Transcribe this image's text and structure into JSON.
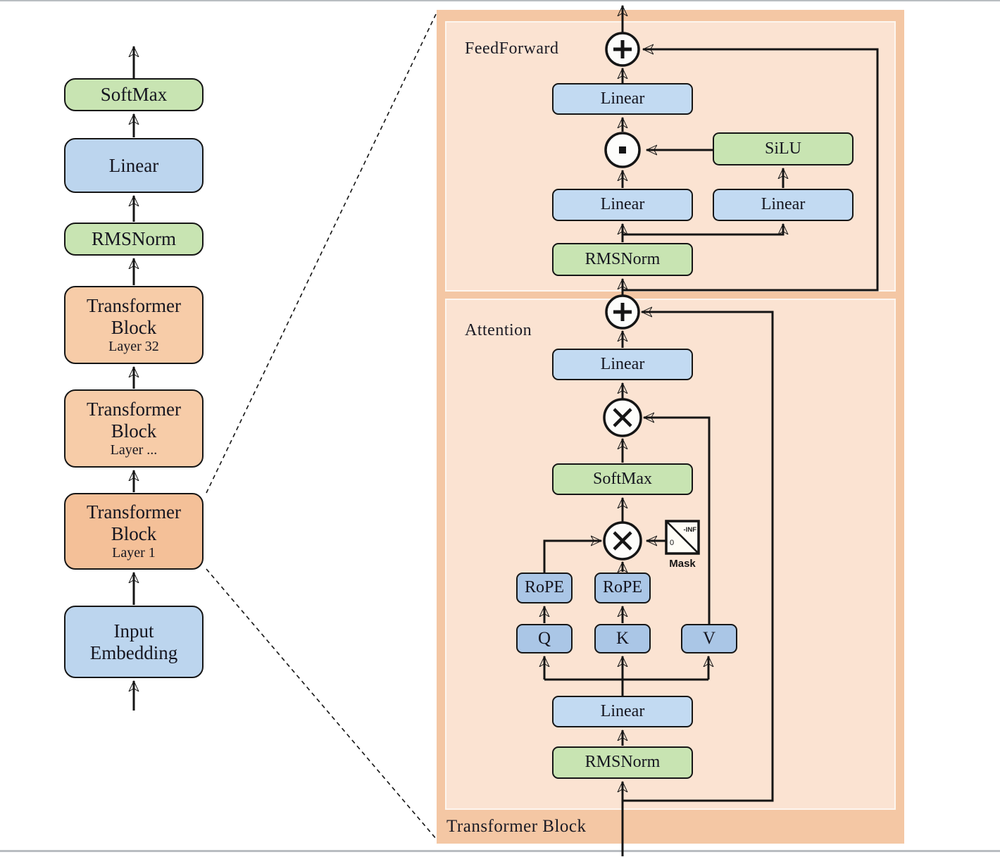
{
  "colors": {
    "panel_outer": "#f4c7a4",
    "panel_inner": "#fbe3d2",
    "orange_block": "#f7cca8",
    "orange_block_active": "#f4c098",
    "blue_block": "#c2daf2",
    "blue_block_left": "#bcd5ee",
    "blue_block_dark": "#aac6e6",
    "green_block": "#c8e4b2",
    "line": "#151515"
  },
  "left_column": {
    "softmax": "SoftMax",
    "linear": "Linear",
    "rmsnorm": "RMSNorm",
    "tb_top": {
      "title": "Transformer",
      "sub": "Block",
      "layer": "Layer 32"
    },
    "tb_mid": {
      "title": "Transformer",
      "sub": "Block",
      "layer": "Layer ..."
    },
    "tb_bottom": {
      "title": "Transformer",
      "sub": "Block",
      "layer": "Layer 1"
    },
    "input_embedding_line1": "Input",
    "input_embedding_line2": "Embedding"
  },
  "panel": {
    "bottom_title": "Transformer Block",
    "ff": {
      "section_label": "FeedForward",
      "linear_out": "Linear",
      "silu": "SiLU",
      "linear_up": "Linear",
      "linear_gate": "Linear",
      "rmsnorm": "RMSNorm"
    },
    "attn": {
      "section_label": "Attention",
      "linear_out": "Linear",
      "softmax": "SoftMax",
      "rope_q": "RoPE",
      "rope_k": "RoPE",
      "q": "Q",
      "k": "K",
      "v": "V",
      "mask_label": "Mask",
      "mask_inf": "-INF",
      "mask_zero": "0",
      "linear_in": "Linear",
      "rmsnorm": "RMSNorm"
    }
  }
}
